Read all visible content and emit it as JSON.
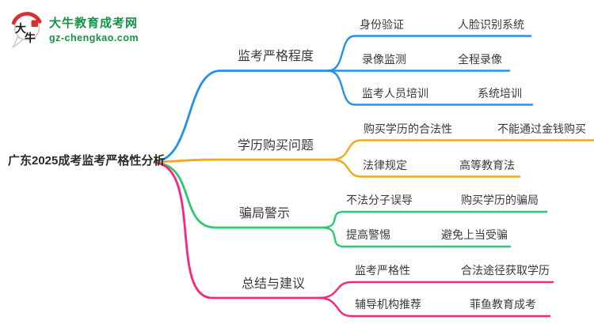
{
  "logo": {
    "icon_char_top": "大",
    "icon_char_bottom": "牛",
    "site_name": "大牛教育成考网",
    "site_url": "gz-chengkao.com",
    "brand_green": "#149245",
    "brand_red": "#D8302F"
  },
  "mindmap": {
    "root_label": "广东2025成考监考严格性分析",
    "branches": [
      {
        "label": "监考严格程度",
        "color": "#2490EB",
        "children": [
          {
            "key": "身份验证",
            "value": "人脸识别系统"
          },
          {
            "key": "录像监测",
            "value": "全程录像"
          },
          {
            "key": "监考人员培训",
            "value": "系统培训"
          }
        ]
      },
      {
        "label": "学历购买问题",
        "color": "#F7A71C",
        "children": [
          {
            "key": "购买学历的合法性",
            "value": "不能通过金钱购买"
          },
          {
            "key": "法律规定",
            "value": "高等教育法"
          }
        ]
      },
      {
        "label": "骗局警示",
        "color": "#2EC96E",
        "children": [
          {
            "key": "不法分子误导",
            "value": "购买学历的骗局"
          },
          {
            "key": "提高警惕",
            "value": "避免上当受骗"
          }
        ]
      },
      {
        "label": "总结与建议",
        "color": "#F9267B",
        "children": [
          {
            "key": "监考严格性",
            "value": "合法途径获取学历"
          },
          {
            "key": "辅导机构推荐",
            "value": "菲鱼教育成考"
          }
        ]
      }
    ]
  }
}
